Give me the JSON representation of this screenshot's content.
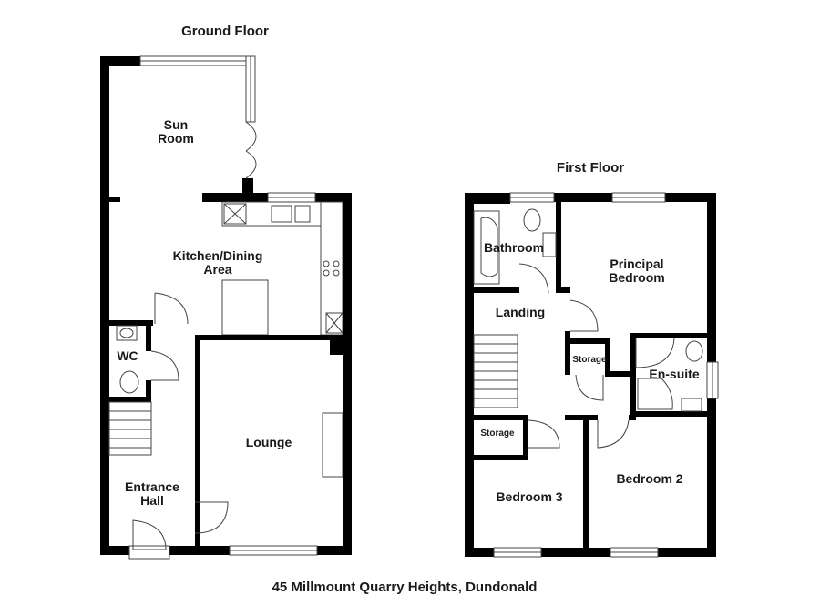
{
  "ground_floor": {
    "title": "Ground Floor",
    "rooms": {
      "sun_room_line1": "Sun",
      "sun_room_line2": "Room",
      "kitchen_line1": "Kitchen/Dining",
      "kitchen_line2": "Area",
      "wc": "WC",
      "lounge": "Lounge",
      "entrance_line1": "Entrance",
      "entrance_line2": "Hall"
    }
  },
  "first_floor": {
    "title": "First Floor",
    "rooms": {
      "bathroom": "Bathroom",
      "principal_line1": "Principal",
      "principal_line2": "Bedroom",
      "landing": "Landing",
      "storage_1": "Storage",
      "ensuite": "En-suite",
      "storage_2": "Storage",
      "bedroom_2": "Bedroom 2",
      "bedroom_3": "Bedroom 3"
    }
  },
  "address": "45 Millmount Quarry Heights, Dundonald"
}
